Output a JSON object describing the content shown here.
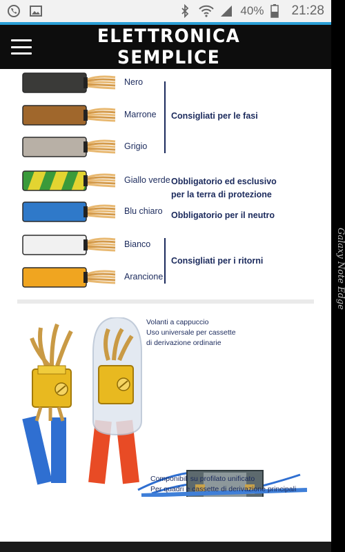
{
  "status_bar": {
    "battery": "40%",
    "time": "21:28"
  },
  "app_bar": {
    "title": "ELETTRONICA SEMPLICE"
  },
  "wires": [
    {
      "label": "Nero",
      "color": "#3a3a38"
    },
    {
      "label": "Marrone",
      "color": "#a0672c"
    },
    {
      "label": "Grigio",
      "color": "#b8b0a6"
    },
    {
      "label": "Giallo verde",
      "color": "#e3d431"
    },
    {
      "label": "Blu chiaro",
      "color": "#2f79c9"
    },
    {
      "label": "Bianco",
      "color": "#f1f1f1"
    },
    {
      "label": "Arancione",
      "color": "#f0a520"
    }
  ],
  "groups": {
    "phases": "Consigliati per le fasi",
    "earth_line1": "Obbligatorio ed esclusivo",
    "earth_line2": "per la terra di protezione",
    "neutral": "Obbligatorio per il neutro",
    "returns": "Consigliati per i ritorni"
  },
  "captions": {
    "cap_line1": "Volanti a cappuccio",
    "cap_line2": "Uso universale per cassette",
    "cap_line3": "di derivazione ordinarie",
    "rail_line1": "Componibili su profilato unificato",
    "rail_line2": "Per quadri e cassette di derivazione principali"
  },
  "device": {
    "edge_label": "Galaxy Note Edge"
  }
}
